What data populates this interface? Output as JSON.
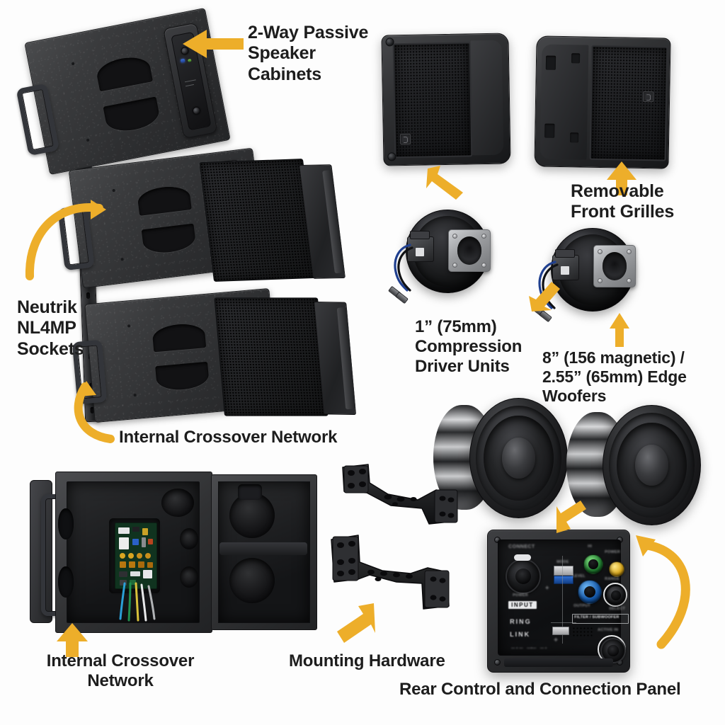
{
  "page": {
    "title": "Speaker System Component Breakdown",
    "background_color": "#fdfdfd",
    "arrow_color": "#edae2a",
    "label_color": "#1d1d1d"
  },
  "callouts": [
    {
      "id": "two-way-passive-speaker-cabinets",
      "text": "2-Way Passive\nSpeaker\nCabinets",
      "arrow": "points-left"
    },
    {
      "id": "removable-front-grilles",
      "text": "Removable\nFront Grilles",
      "arrow": "points-up"
    },
    {
      "id": "compression-driver-units",
      "text": "1” (75mm)\nCompression\nDriver Units",
      "arrow": "points-up-left"
    },
    {
      "id": "edge-woofers",
      "text": "8” (156 magnetic) /\n2.55” (65mm) Edge\nWoofers",
      "arrow": "points-up"
    },
    {
      "id": "neutrik-nl4mp-sockets",
      "text": "Neutrik\nNL4MP\nSockets",
      "arrow": "curved-right"
    },
    {
      "id": "internal-crossover-network-top",
      "text": "Internal Crossover Network",
      "arrow": "curved-up"
    },
    {
      "id": "internal-crossover-network-bottom",
      "text": "Internal Crossover\nNetwork",
      "arrow": "points-up"
    },
    {
      "id": "mounting-hardware",
      "text": "Mounting Hardware",
      "arrow": "points-up-right"
    },
    {
      "id": "rear-control-and-connection-panel",
      "text": "Rear Control and Connection Panel",
      "arrow": "curved-left"
    }
  ],
  "rear_panel": {
    "input_label": "INPUT",
    "link_label": "LINK",
    "ring_label": "RING",
    "illegible_marks": [
      "CONNECT",
      "MODE",
      "HI",
      "POWER",
      "LEVEL",
      "OUTPUT",
      "RANGE",
      "SELECT",
      "FILTER / SUBWOOFER",
      "Active In",
      "POWER"
    ],
    "knob_colors": {
      "hi": "#3fa34d",
      "level": "#1f73c4",
      "power": "#e0b42a",
      "output": "#1a1b1d"
    }
  },
  "components": {
    "cabinets_count": 3,
    "grilles_count": 2,
    "compression_drivers_count": 2,
    "woofers_count": 2,
    "brackets_count": 2
  }
}
